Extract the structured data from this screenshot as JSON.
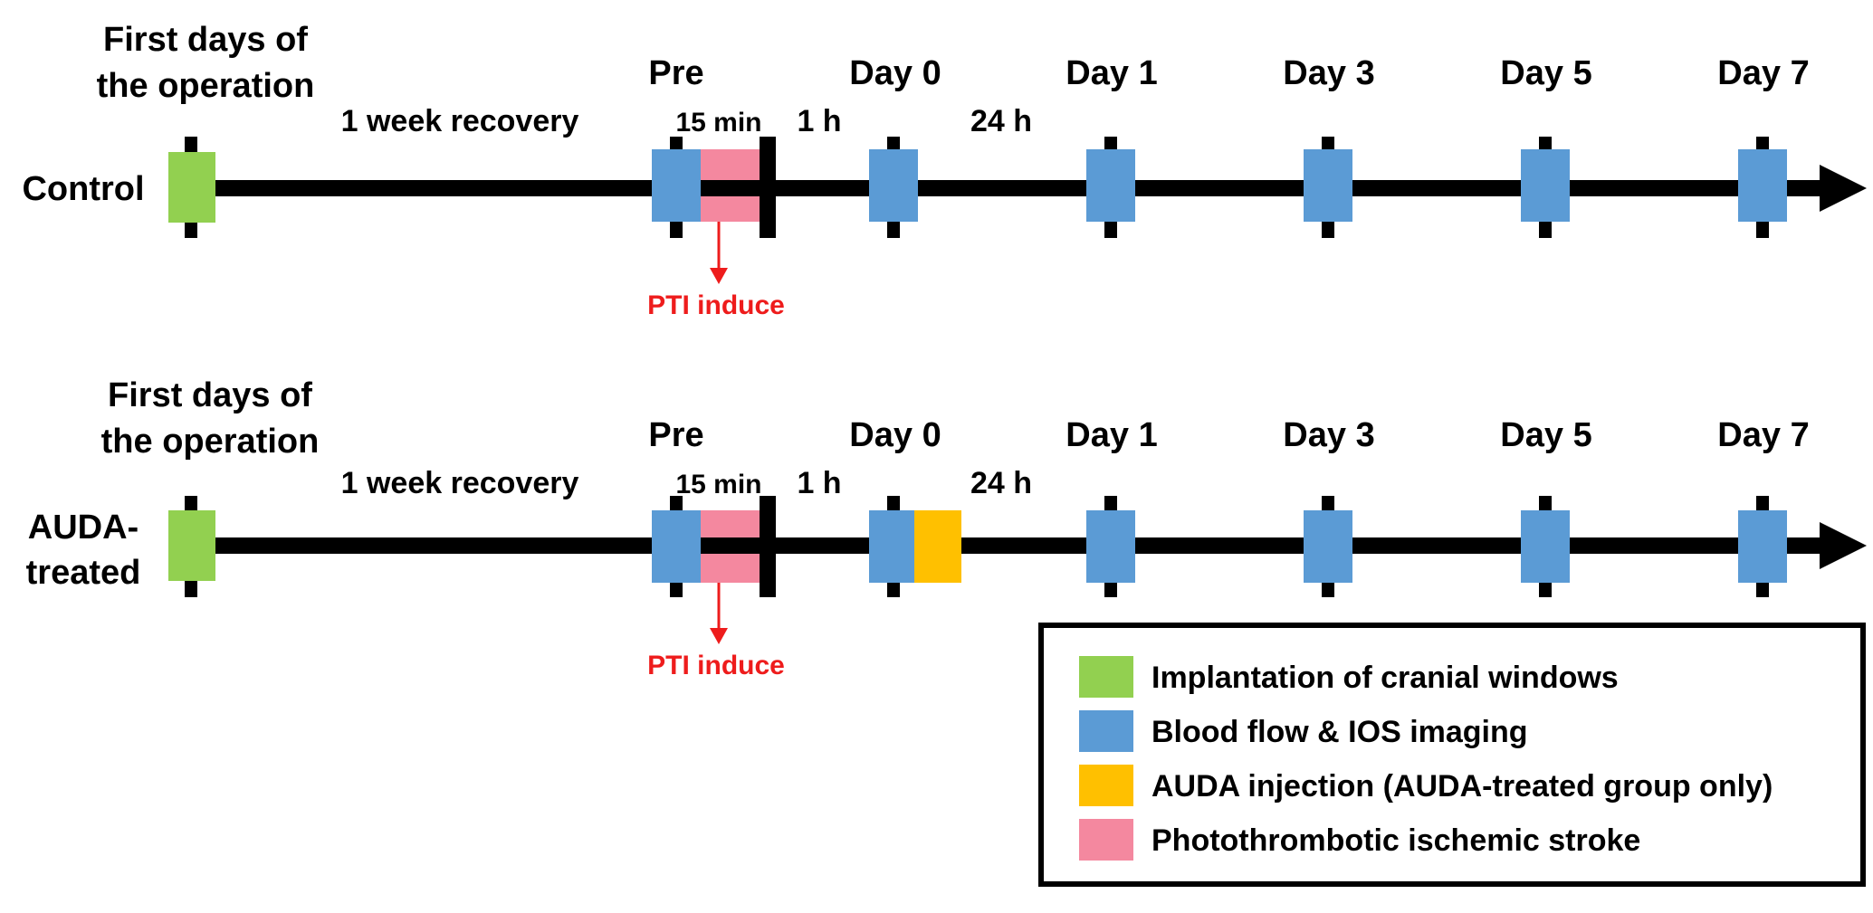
{
  "colors": {
    "implant": "#92d050",
    "imaging": "#5b9bd5",
    "auda": "#ffc000",
    "stroke": "#f4889f",
    "arrow": "#ee1c1c",
    "line": "#000000"
  },
  "timeline_labels": {
    "first_days_line1": "First days of",
    "first_days_line2": "the operation",
    "recovery": "1 week recovery",
    "pre": "Pre",
    "min15": "15 min",
    "h1": "1 h",
    "day0": "Day 0",
    "h24": "24 h",
    "day1": "Day 1",
    "day3": "Day 3",
    "day5": "Day 5",
    "day7": "Day 7",
    "pti": "PTI induce"
  },
  "groups": [
    {
      "label_lines": [
        "Control"
      ],
      "auda_injection": false
    },
    {
      "label_lines": [
        "AUDA-",
        "treated"
      ],
      "auda_injection": true
    }
  ],
  "legend": {
    "items": [
      {
        "color_key": "implant",
        "label": "Implantation of cranial windows"
      },
      {
        "color_key": "imaging",
        "label": "Blood flow & IOS imaging"
      },
      {
        "color_key": "auda",
        "label": "AUDA injection (AUDA-treated group only)"
      },
      {
        "color_key": "stroke",
        "label": "Photothrombotic ischemic stroke"
      }
    ]
  }
}
